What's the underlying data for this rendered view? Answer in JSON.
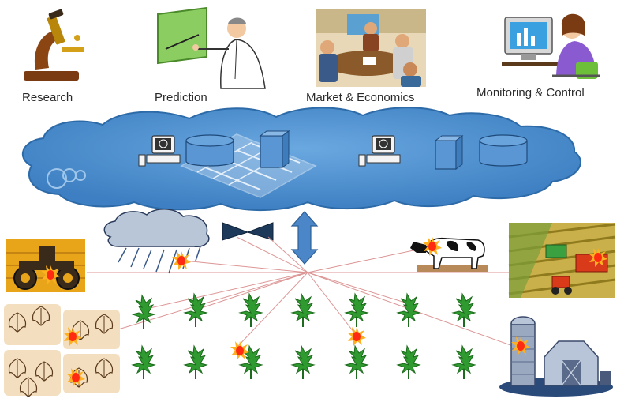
{
  "labels": {
    "research": "Research",
    "prediction": "Prediction",
    "market": "Market & Economics",
    "monitoring": "Monitoring & Control"
  },
  "icons": [
    "microscope-icon",
    "teacher-pointing-icon",
    "business-meeting-icon",
    "computer-operator-icon",
    "cloud-network-icon",
    "computer-terminal-icon",
    "database-icon",
    "server-tower-icon",
    "circuit-chip-icon",
    "rain-cloud-icon",
    "wireless-gateway-icon",
    "data-link-arrow-icon",
    "tractor-icon",
    "cow-icon",
    "harvester-field-icon",
    "barn-silo-icon",
    "crop-plant-icon",
    "leaf-pattern-icon",
    "sensor-node-icon"
  ],
  "colors": {
    "cloud": "#4a8fd0",
    "cloud_edge": "#2d6aa8",
    "plant": "#2e8b2e",
    "sensor": "#ff3b1f",
    "link": "#d98a8a",
    "arrow": "#4a86c8"
  }
}
